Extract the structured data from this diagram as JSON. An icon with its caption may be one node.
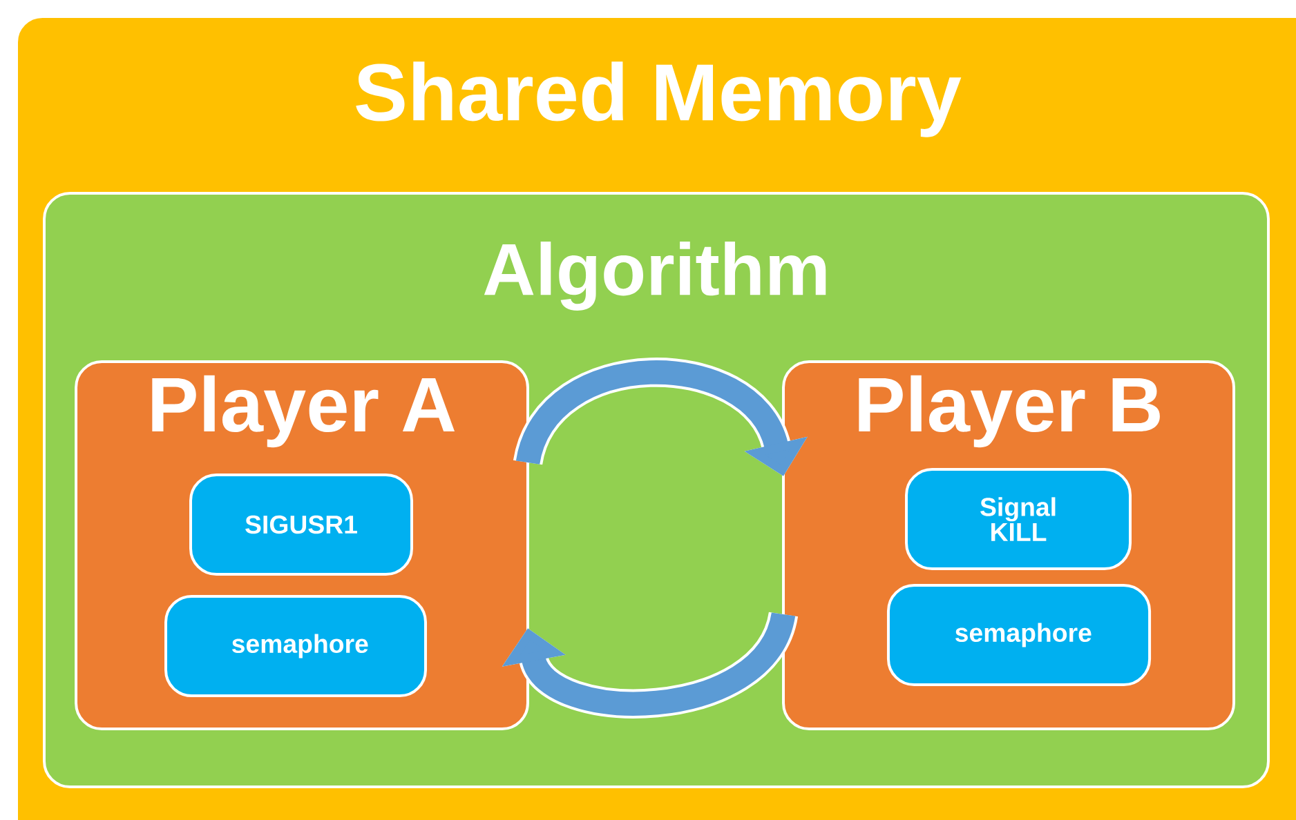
{
  "diagram": {
    "nodes": [
      {
        "text": [
          "Shared Memory"
        ]
      },
      {
        "text": [
          "Algorithm"
        ],
        "in": 0
      },
      {
        "text": [
          "Player A"
        ],
        "in": 1
      },
      {
        "text": [
          "SIGUSR1"
        ],
        "in": 2
      },
      {
        "text": [
          "semaphore"
        ],
        "in": 2
      },
      {
        "text": [
          "Player B"
        ],
        "in": 1
      },
      {
        "text": [
          "Signal KILL"
        ],
        "in": 5
      },
      {
        "text": [
          "semaphore"
        ],
        "in": 5
      }
    ],
    "edges": [
      {
        "from": 2,
        "to": 5,
        "arrow": "to"
      },
      {
        "from": 5,
        "to": 2,
        "arrow": "to"
      }
    ]
  }
}
